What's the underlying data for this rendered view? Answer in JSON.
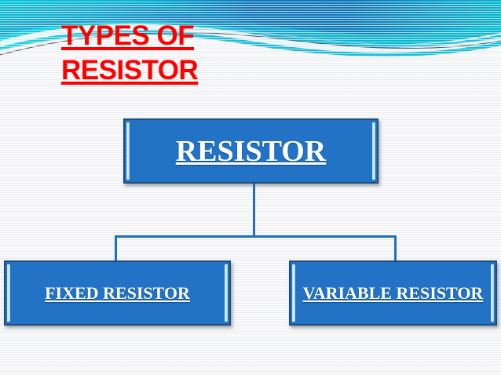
{
  "slide": {
    "title": {
      "line1": "TYPES OF",
      "line2": "RESISTOR",
      "color": "#FF0000"
    },
    "theme": {
      "box_fill": "#2272C5",
      "box_border": "#1F4E79",
      "box_bevel": "#CFEAF9",
      "connector_color": "#1F6FC4",
      "banner_teal": "#00B5CE",
      "banner_blue": "#1178BE",
      "banner_dark_blue": "#0C5FA5",
      "background": "#FBFBFC",
      "box_text_color": "#FFFFFF"
    },
    "banner": {
      "name": "decorative-wave-banner"
    }
  },
  "chart_data": {
    "type": "diagram",
    "title": "TYPES OF RESISTOR",
    "layout": "org-chart",
    "root": {
      "label": "RESISTOR"
    },
    "children": [
      {
        "label": "FIXED RESISTOR"
      },
      {
        "label": "VARIABLE RESISTOR"
      }
    ]
  }
}
